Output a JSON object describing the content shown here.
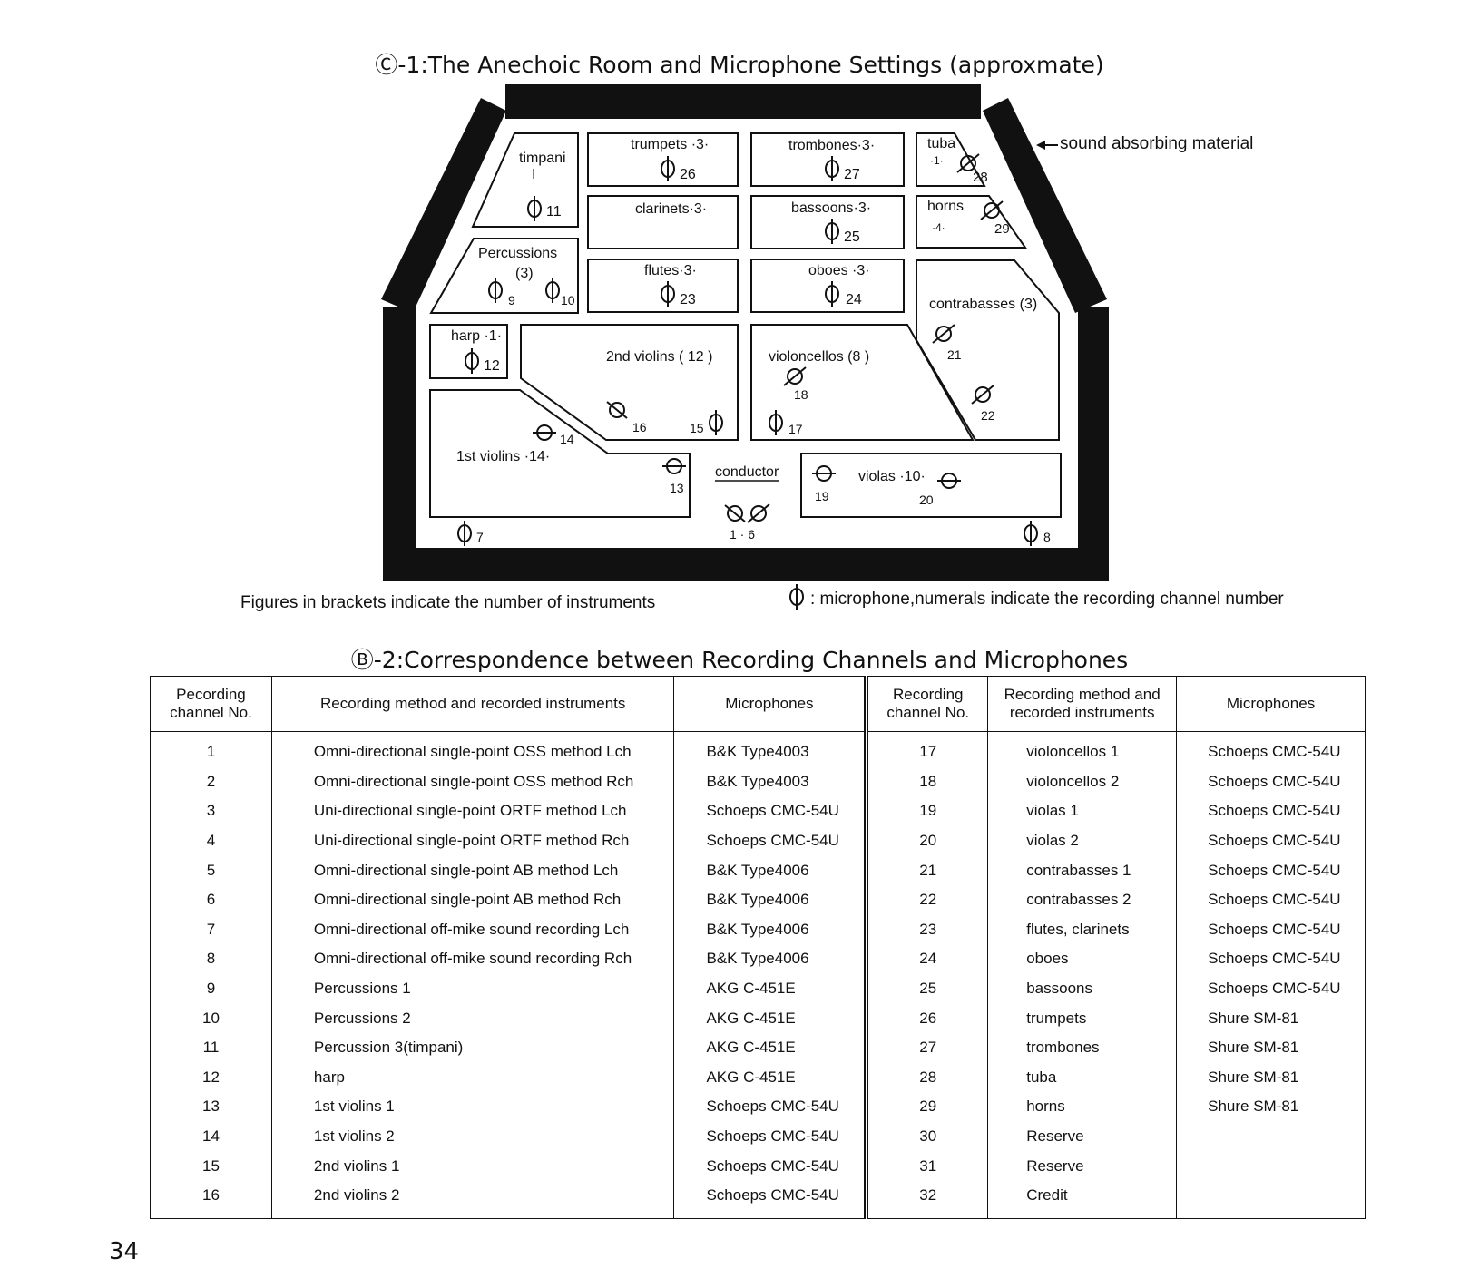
{
  "diagram": {
    "title": "Ⓒ-1:The Anechoic Room and Microphone Settings (approxmate)",
    "absorbing_label": "sound absorbing material",
    "sections": [
      {
        "id": "timpani",
        "label": "timpani",
        "count": "I",
        "mics": [
          "11"
        ]
      },
      {
        "id": "trumpets",
        "label": "trumpets ·3·",
        "mics": [
          "26"
        ]
      },
      {
        "id": "trombones",
        "label": "trombones·3·",
        "mics": [
          "27"
        ]
      },
      {
        "id": "tuba",
        "label": "tuba",
        "count": "·1·",
        "mics": [
          "28"
        ]
      },
      {
        "id": "clarinets",
        "label": "clarinets·3·",
        "mics": []
      },
      {
        "id": "bassoons",
        "label": "bassoons·3·",
        "mics": [
          "25"
        ]
      },
      {
        "id": "horns",
        "label": "horns",
        "count": "·4·",
        "mics": [
          "29"
        ]
      },
      {
        "id": "percussions",
        "label": "Percussions",
        "count": "(3)",
        "mics": [
          "9",
          "10"
        ]
      },
      {
        "id": "flutes",
        "label": "flutes·3·",
        "mics": [
          "23"
        ]
      },
      {
        "id": "oboes",
        "label": "oboes ·3·",
        "mics": [
          "24"
        ]
      },
      {
        "id": "contrabasses",
        "label": "contrabasses (3)",
        "mics": [
          "21",
          "22"
        ]
      },
      {
        "id": "harp",
        "label": "harp ·1·",
        "mics": [
          "12"
        ]
      },
      {
        "id": "2nd-violins",
        "label": "2nd violins ( 12 )",
        "mics": [
          "16",
          "15"
        ]
      },
      {
        "id": "violoncellos",
        "label": "violoncellos (8 )",
        "mics": [
          "18",
          "17"
        ]
      },
      {
        "id": "1st-violins",
        "label": "1st  violins ·14·",
        "mics": [
          "14",
          "13"
        ]
      },
      {
        "id": "conductor",
        "label": "conductor",
        "mics": [
          "1 · 6"
        ]
      },
      {
        "id": "violas",
        "label": "violas ·10·",
        "mics": [
          "19",
          "20"
        ]
      },
      {
        "id": "room",
        "mics": [
          "7",
          "8"
        ]
      }
    ],
    "note_left": "Figures in brackets indicate the number of instruments",
    "note_right": ": microphone,numerals indicate the recording channel number"
  },
  "table": {
    "title": "Ⓑ-2:Correspondence between Recording Channels and Microphones",
    "headers": [
      "Pecording channel No.",
      "Recording method and recorded instruments",
      "Microphones",
      "Recording channel No.",
      "Recording method and recorded instruments",
      "Microphones"
    ],
    "rows": [
      {
        "ch": "1",
        "method": "Omni-directional single-point OSS method Lch",
        "mic": "B&K Type4003",
        "ch2": "17",
        "method2": "violoncellos 1",
        "mic2": "Schoeps CMC-54U"
      },
      {
        "ch": "2",
        "method": "Omni-directional single-point OSS method Rch",
        "mic": "B&K Type4003",
        "ch2": "18",
        "method2": "violoncellos 2",
        "mic2": "Schoeps CMC-54U"
      },
      {
        "ch": "3",
        "method": "Uni-directional single-point ORTF method Lch",
        "mic": "Schoeps CMC-54U",
        "ch2": "19",
        "method2": "violas 1",
        "mic2": "Schoeps CMC-54U"
      },
      {
        "ch": "4",
        "method": "Uni-directional single-point ORTF method Rch",
        "mic": "Schoeps CMC-54U",
        "ch2": "20",
        "method2": "violas 2",
        "mic2": "Schoeps CMC-54U"
      },
      {
        "ch": "5",
        "method": "Omni-directional single-point AB method Lch",
        "mic": "B&K Type4006",
        "ch2": "21",
        "method2": "contrabasses 1",
        "mic2": "Schoeps CMC-54U"
      },
      {
        "ch": "6",
        "method": "Omni-directional single-point AB method Rch",
        "mic": "B&K Type4006",
        "ch2": "22",
        "method2": "contrabasses 2",
        "mic2": "Schoeps CMC-54U"
      },
      {
        "ch": "7",
        "method": "Omni-directional off-mike sound recording Lch",
        "mic": "B&K Type4006",
        "ch2": "23",
        "method2": "flutes, clarinets",
        "mic2": "Schoeps CMC-54U"
      },
      {
        "ch": "8",
        "method": "Omni-directional off-mike sound recording Rch",
        "mic": "B&K Type4006",
        "ch2": "24",
        "method2": "oboes",
        "mic2": "Schoeps CMC-54U"
      },
      {
        "ch": "9",
        "method": "Percussions 1",
        "mic": "AKG C-451E",
        "ch2": "25",
        "method2": "bassoons",
        "mic2": "Schoeps CMC-54U"
      },
      {
        "ch": "10",
        "method": "Percussions 2",
        "mic": "AKG C-451E",
        "ch2": "26",
        "method2": "trumpets",
        "mic2": "Shure SM-81"
      },
      {
        "ch": "11",
        "method": "Percussion 3(timpani)",
        "mic": "AKG C-451E",
        "ch2": "27",
        "method2": "trombones",
        "mic2": "Shure SM-81"
      },
      {
        "ch": "12",
        "method": "harp",
        "mic": "AKG C-451E",
        "ch2": "28",
        "method2": "tuba",
        "mic2": "Shure SM-81"
      },
      {
        "ch": "13",
        "method": "1st violins 1",
        "mic": "Schoeps CMC-54U",
        "ch2": "29",
        "method2": "horns",
        "mic2": "Shure SM-81"
      },
      {
        "ch": "14",
        "method": "1st violins 2",
        "mic": "Schoeps CMC-54U",
        "ch2": "30",
        "method2": "Reserve",
        "mic2": ""
      },
      {
        "ch": "15",
        "method": "2nd violins 1",
        "mic": "Schoeps CMC-54U",
        "ch2": "31",
        "method2": "Reserve",
        "mic2": ""
      },
      {
        "ch": "16",
        "method": "2nd violins 2",
        "mic": "Schoeps CMC-54U",
        "ch2": "32",
        "method2": "Credit",
        "mic2": ""
      }
    ]
  },
  "page_number": "34"
}
